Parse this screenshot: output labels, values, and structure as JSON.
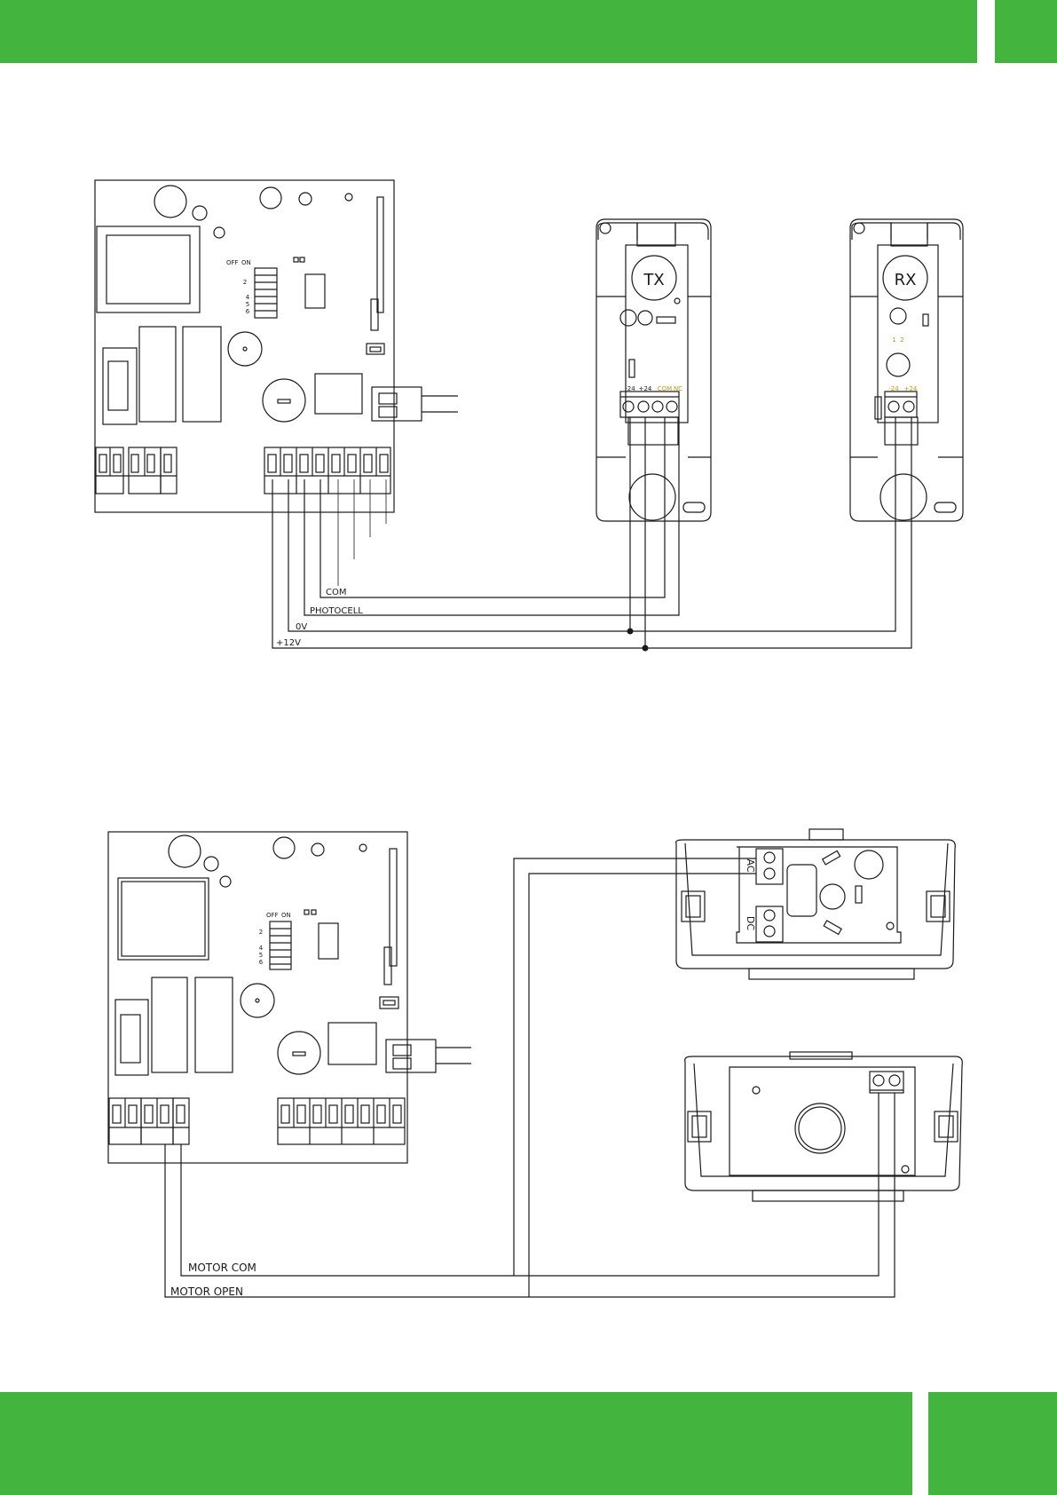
{
  "colors": {
    "accent_green": "#43b53f",
    "line": "#1a1a1a",
    "yellow_label": "#b89a10"
  },
  "board1": {
    "dip_off": "OFF",
    "dip_on": "ON",
    "dip_numbers": [
      "2",
      "4",
      "5",
      "6"
    ]
  },
  "board2": {
    "dip_off": "OFF",
    "dip_on": "ON",
    "dip_numbers": [
      "2",
      "4",
      "5",
      "6"
    ]
  },
  "tx": {
    "label": "TX",
    "terminals": [
      "-24",
      "+24",
      "COM",
      "NC"
    ]
  },
  "rx": {
    "label": "RX",
    "terminals": [
      "-24",
      "+24"
    ],
    "jumper": "1  2"
  },
  "photocell_wires": {
    "com": "COM",
    "photocell": "PHOTOCELL",
    "zero_v": "0V",
    "plus12v": "+12V"
  },
  "lock": {
    "ac": "AC",
    "dc": "DC"
  },
  "motor_wires": {
    "motor_com": "MOTOR COM",
    "motor_open": "MOTOR OPEN"
  }
}
